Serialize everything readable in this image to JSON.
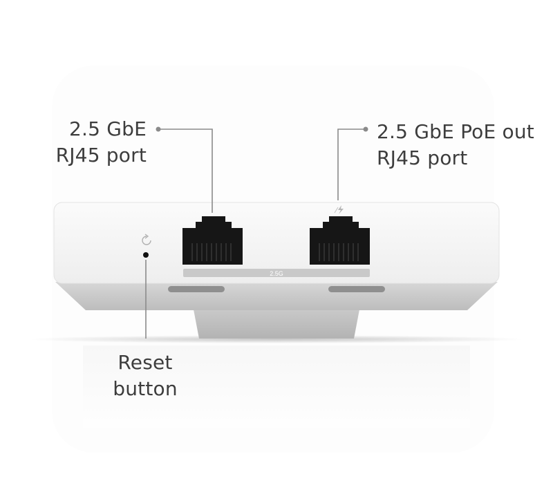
{
  "callouts": {
    "lan_port": {
      "line1": "2.5 GbE",
      "line2": "RJ45 port"
    },
    "poe_port": {
      "line1": "2.5 GbE PoE out",
      "line2": "RJ45 port"
    },
    "reset": {
      "line1": "Reset",
      "line2": "button"
    }
  },
  "device": {
    "port_speed_label": "2.5G"
  },
  "colors": {
    "label_text": "#3d3d3d",
    "leader_line": "#8a8a8a",
    "housing": "#f7f7f7",
    "port": "#1a1a1a"
  },
  "icons": {
    "reset": "reset-arrow-icon",
    "poe": "lightning-bolt-icon"
  }
}
